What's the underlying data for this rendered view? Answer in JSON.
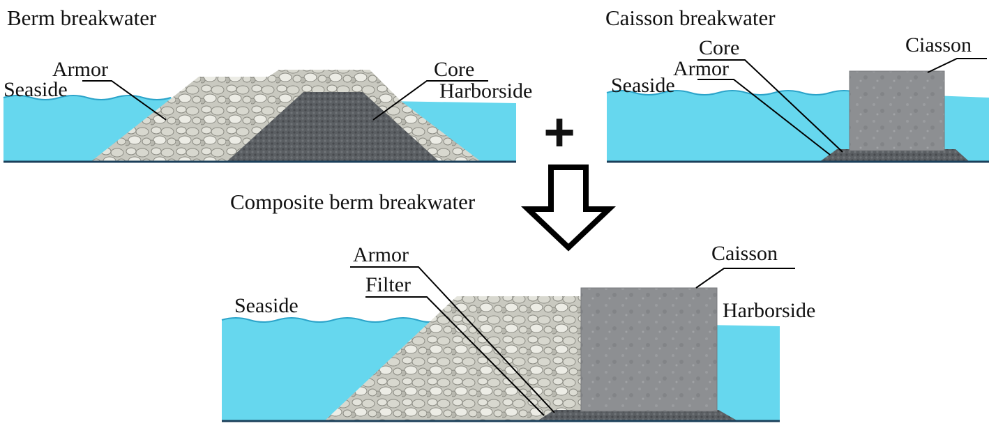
{
  "colors": {
    "water": "#66d7ee",
    "water_dark": "#3fb7d8",
    "seabed": "#1b3f5a",
    "armor_stone": "#c9c9c0",
    "core": "#5b5f63",
    "caisson": "#8d8f92"
  },
  "berm": {
    "title": "Berm breakwater",
    "armor": "Armor",
    "seaside": "Seaside",
    "core": "Core",
    "harborside": "Harborside"
  },
  "caisson_bw": {
    "title": "Caisson breakwater",
    "core": "Core",
    "armor": "Armor",
    "seaside": "Seaside",
    "caisson": "Ciasson"
  },
  "combine": {
    "plus": "+",
    "title": "Composite berm breakwater"
  },
  "composite": {
    "armor": "Armor",
    "filter": "Filter",
    "seaside": "Seaside",
    "caisson": "Caisson",
    "harborside": "Harborside"
  }
}
